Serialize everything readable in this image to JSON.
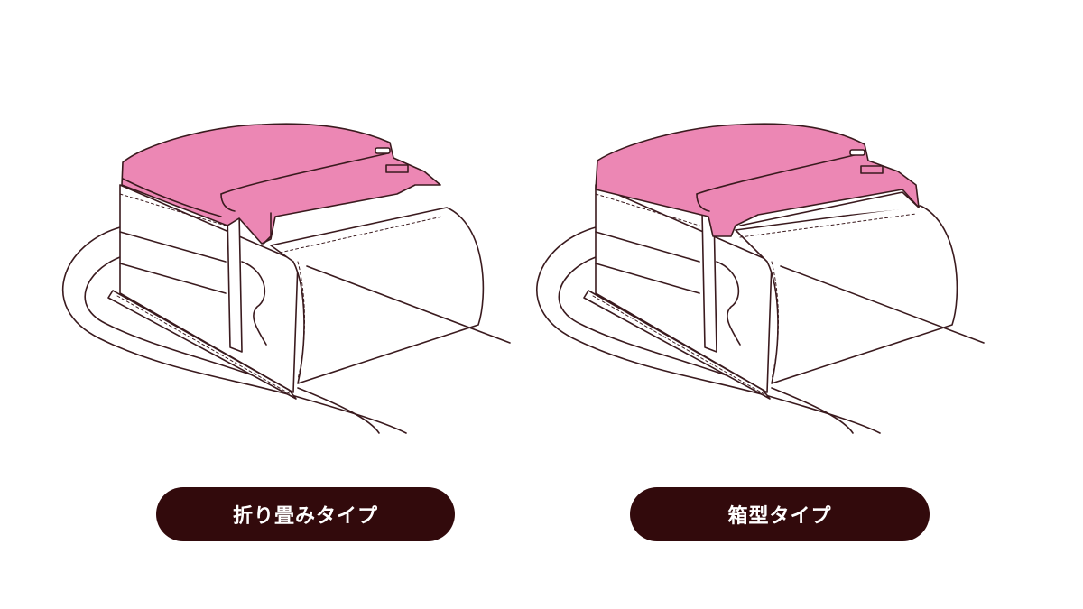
{
  "labels": {
    "folding_type": "折り畳みタイプ",
    "box_type": "箱型タイプ"
  },
  "colors": {
    "pill_background": "#320a0c",
    "highlight_fill": "#ec87b4",
    "outline": "#3a1a1e",
    "background": "#ffffff"
  },
  "icons": {
    "left": "folding-randoseru-flap",
    "right": "box-randoseru-flap"
  }
}
